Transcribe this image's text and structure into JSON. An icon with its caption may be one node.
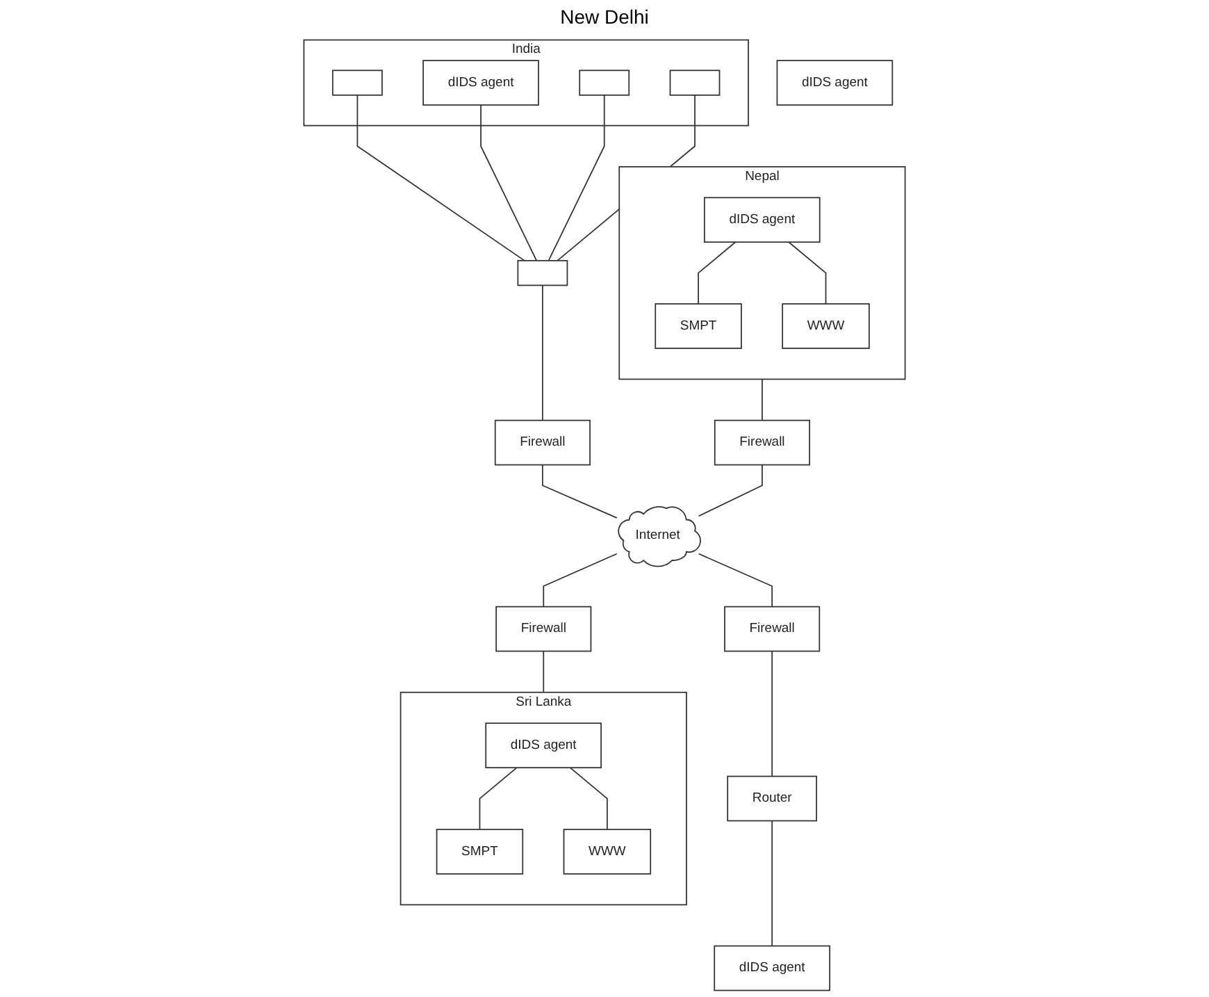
{
  "diagram": {
    "nodes": [
      {
        "text": [
          "India"
        ]
      },
      {
        "text": [],
        "shape": "box",
        "in": 0
      },
      {
        "text": [],
        "shape": "box",
        "in": 0
      },
      {
        "text": [
          "dIDS agent"
        ],
        "in": 0
      },
      {
        "text": [],
        "shape": "box",
        "in": 0
      },
      {
        "text": [],
        "shape": "box"
      },
      {
        "text": [
          "Firewall"
        ]
      },
      {
        "text": [
          "Nepal"
        ]
      },
      {
        "text": [
          "dIDS agent"
        ],
        "in": 7
      },
      {
        "text": [
          "SMPT"
        ],
        "in": 7
      },
      {
        "text": [
          "WWW"
        ],
        "in": 7
      },
      {
        "text": [
          "Firewall"
        ]
      },
      {
        "text": [
          "Internet"
        ]
      },
      {
        "text": [
          "Firewall"
        ]
      },
      {
        "text": [
          "Sri Lanka"
        ]
      },
      {
        "text": [
          "dIDS agent"
        ],
        "in": 14
      },
      {
        "text": [
          "SMPT"
        ],
        "in": 14
      },
      {
        "text": [
          "WWW"
        ],
        "in": 14
      },
      {
        "text": [
          "dIDS agent"
        ]
      },
      {
        "text": [
          "Firewall"
        ]
      },
      {
        "text": [
          "Router"
        ]
      },
      {
        "text": [
          "dIDS agent"
        ]
      }
    ],
    "edges": [
      {
        "from": 1,
        "to": 5,
        "arrow": "none"
      },
      {
        "from": 3,
        "to": 5,
        "arrow": "none"
      },
      {
        "from": 2,
        "to": 5,
        "arrow": "none"
      },
      {
        "from": 4,
        "to": 5,
        "arrow": "none"
      },
      {
        "from": 5,
        "to": 6,
        "arrow": "none"
      },
      {
        "from": 6,
        "to": 12,
        "arrow": "none"
      },
      {
        "from": 8,
        "to": 9,
        "arrow": "none"
      },
      {
        "from": 8,
        "to": 10,
        "arrow": "none"
      },
      {
        "from": 7,
        "to": 11,
        "arrow": "none"
      },
      {
        "from": 11,
        "to": 12,
        "arrow": "none"
      },
      {
        "from": 12,
        "to": 13,
        "arrow": "none"
      },
      {
        "from": 13,
        "to": 14,
        "arrow": "none"
      },
      {
        "from": 15,
        "to": 16,
        "arrow": "none"
      },
      {
        "from": 15,
        "to": 17,
        "arrow": "none"
      },
      {
        "from": 12,
        "to": 19,
        "arrow": "none"
      },
      {
        "from": 19,
        "to": 20,
        "arrow": "none"
      },
      {
        "from": 20,
        "to": 21,
        "arrow": "none"
      }
    ],
    "labels": [
      "New Delhi"
    ]
  }
}
